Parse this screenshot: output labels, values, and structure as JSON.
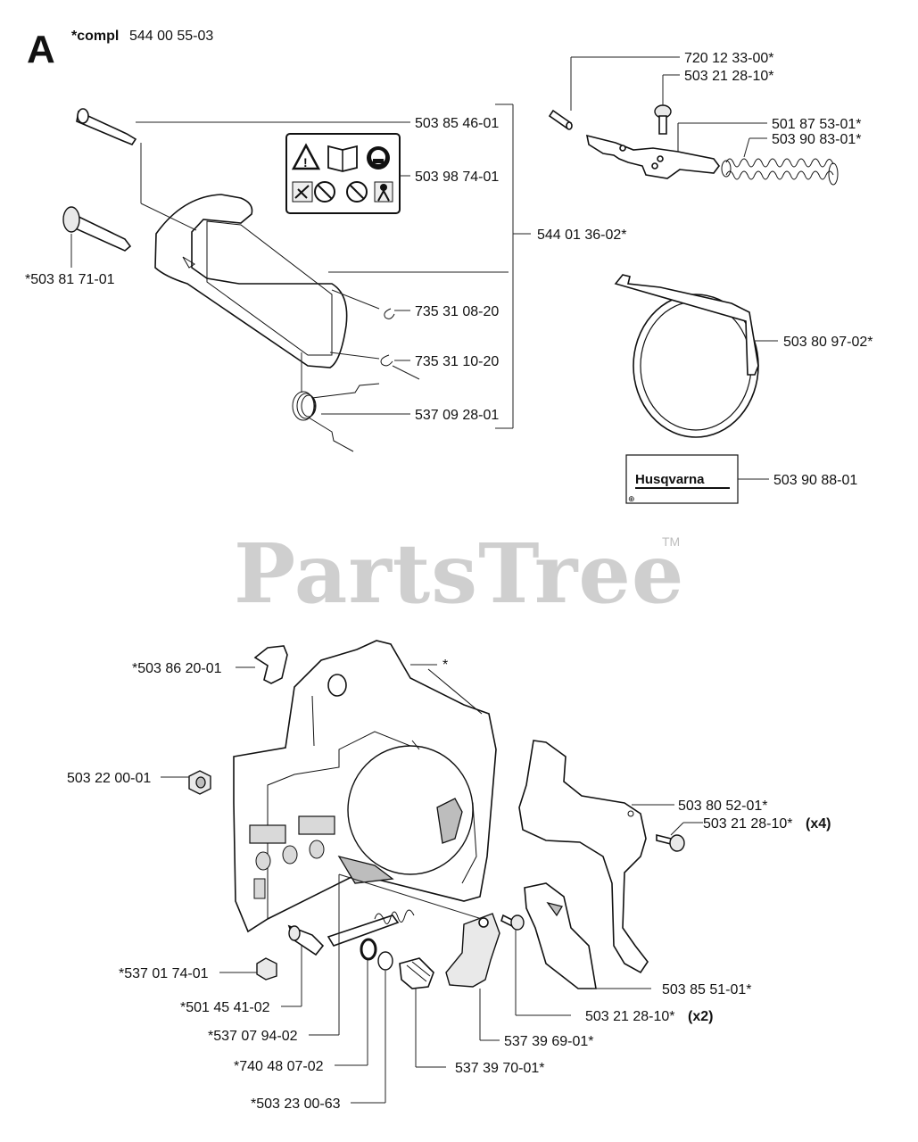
{
  "header": {
    "section_letter": "A",
    "kit_prefix": "*compl",
    "kit_number": "544 00 55-03"
  },
  "watermark": {
    "text": "PartsTree",
    "trademark": "TM"
  },
  "decal_brand": "Husqvarna",
  "labels": {
    "p503854601": "503 85 46-01",
    "p503987401": "503 98 74-01",
    "p544013602": "544 01 36-02*",
    "p503817101": "*503 81 71-01",
    "p735310820": "735 31 08-20",
    "p735311020": "735 31 10-20",
    "p537092801": "537 09 28-01",
    "p720123300": "720 12 33-00*",
    "p503212810a": "503 21 28-10*",
    "p501875301": "501 87 53-01*",
    "p503908301": "503 90 83-01*",
    "p503809702": "503 80 97-02*",
    "p503908801": "503 90 88-01",
    "p503862001": "*503 86 20-01",
    "housing_asterisk": "*",
    "p503220001": "503 22 00-01",
    "p503805201": "503 80 52-01*",
    "p503212810b": "503 21 28-10*",
    "qty_x4": "(x4)",
    "p537017401": "*537 01 74-01",
    "p501454102": "*501 45 41-02",
    "p503855101": "503 85 51-01*",
    "p503212810c": "503 21 28-10*",
    "qty_x2": "(x2)",
    "p537079402": "*537 07 94-02",
    "p537396901": "537 39 69-01*",
    "p740480702": "*740 48 07-02",
    "p537397001": "537 39 70-01*",
    "p503230063": "*503 23 00-63"
  },
  "icons": [
    "warning-triangle-icon",
    "manual-book-icon",
    "ear-eye-protection-icon",
    "kickback-icon",
    "no-one-hand-icon",
    "no-single-hand-cut-icon",
    "protective-gear-icon"
  ]
}
